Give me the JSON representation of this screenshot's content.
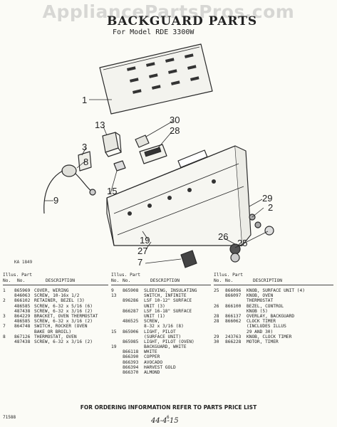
{
  "header": {
    "watermark": "AppliancePartsPros.com",
    "title": "BACKGUARD PARTS",
    "subtitle": "For Model RDE 3300W"
  },
  "diagram": {
    "figure_id": "KA 1849",
    "callouts": [
      "1",
      "13",
      "30",
      "28",
      "3",
      "8",
      "15",
      "9",
      "29",
      "2",
      "26",
      "19",
      "27",
      "25",
      "7"
    ]
  },
  "parts_table": {
    "headings": {
      "line1": "Illus. Part",
      "no": "No.",
      "part_no": "No.",
      "description": "DESCRIPTION"
    },
    "columns": [
      {
        "rows": [
          [
            "1",
            "865969",
            "COVER, WIRING"
          ],
          [
            "",
            "846063",
            "SCREW, 10-16x 1/2"
          ],
          [
            "2",
            "866102",
            "RETAINER, BEZEL (3)"
          ],
          [
            "",
            "486585",
            "SCREW, 6-32 x 5/16 (6)"
          ],
          [
            "",
            "487438",
            "SCREW, 6-32 x 3/16 (2)"
          ],
          [
            "3",
            "864229",
            "BRACKET, OVEN THERMOSTAT"
          ],
          [
            "",
            "486585",
            "SCREW, 6-32 x 3/16 (2)"
          ],
          [
            "7",
            "864748",
            "SWITCH, ROCKER (OVEN"
          ],
          [
            "",
            "",
            "BAKE OR BROIL)"
          ],
          [
            "8",
            "867126",
            "THERMOSTAT, OVEN"
          ],
          [
            "",
            "487438",
            "SCREW, 6-32 x 3/16 (2)"
          ]
        ]
      },
      {
        "rows": [
          [
            "9",
            "865908",
            "SLEEVING, INSULATING"
          ],
          [
            "13",
            "",
            "SWITCH, INFINITE"
          ],
          [
            "",
            "896286",
            "LSF 10-12\" SURFACE"
          ],
          [
            "",
            "",
            "UNIT (3)"
          ],
          [
            "",
            "866287",
            "LSF 16-18\" SURFACE"
          ],
          [
            "",
            "",
            "UNIT (1)"
          ],
          [
            "",
            "486525",
            "SCREW,"
          ],
          [
            "",
            "",
            "8-32 x 3/16 (8)"
          ],
          [
            "15",
            "865906",
            "LIGHT, PILOT"
          ],
          [
            "",
            "",
            "(SURFACE UNIT)"
          ],
          [
            "",
            "865985",
            "LIGHT, PILOT (OVEN)"
          ],
          [
            "19",
            "",
            "BACKGUARD, WHITE"
          ],
          [
            "",
            "866118",
            "WHITE"
          ],
          [
            "",
            "866390",
            "COPPER"
          ],
          [
            "",
            "866393",
            "AVOCADO"
          ],
          [
            "",
            "866394",
            "HARVEST GOLD"
          ],
          [
            "",
            "866370",
            "ALMOND"
          ]
        ]
      },
      {
        "rows": [
          [
            "25",
            "866096",
            "KNOB, SURFACE UNIT (4)"
          ],
          [
            "",
            "866097",
            "KNOB, OVEN"
          ],
          [
            "",
            "",
            "THERMOSTAT"
          ],
          [
            "26",
            "866100",
            "BEZEL, CONTROL"
          ],
          [
            "",
            "",
            "KNOB (5)"
          ],
          [
            "28",
            "866137",
            "OVERLAY, BACKGUARD"
          ],
          [
            "28",
            "866062",
            "CLOCK TIMER"
          ],
          [
            "",
            "",
            "(INCLUDES ILLUS"
          ],
          [
            "",
            "",
            "29 AND 30)"
          ],
          [
            "29",
            "243763",
            "KNOB, CLOCK TIMER"
          ],
          [
            "30",
            "866228",
            "MOTOR, TIMER"
          ]
        ]
      }
    ]
  },
  "footer": {
    "ordering_note": "FOR ORDERING INFORMATION REFER TO PARTS PRICE LIST",
    "corner_id": "71588",
    "page_number": "6",
    "handwritten_note": "44-4-15"
  }
}
